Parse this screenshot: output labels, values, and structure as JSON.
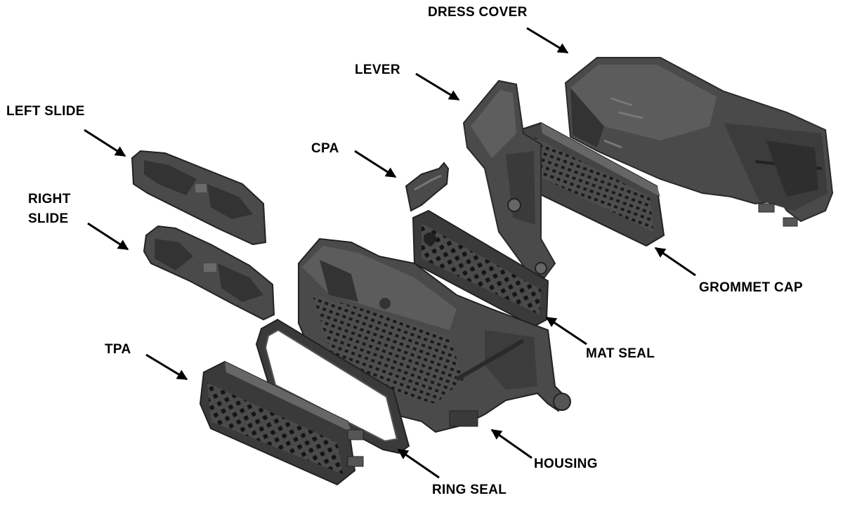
{
  "labels": {
    "dress_cover": "DRESS COVER",
    "lever": "LEVER",
    "left_slide": "LEFT SLIDE",
    "cpa": "CPA",
    "right_slide_line1": "RIGHT",
    "right_slide_line2": "SLIDE",
    "grommet_cap": "GROMMET CAP",
    "tpa": "TPA",
    "mat_seal": "MAT SEAL",
    "housing": "HOUSING",
    "ring_seal": "RING SEAL"
  },
  "colors": {
    "part_fill": "#4a4a4a",
    "part_light": "#6a6a6a",
    "part_dark": "#2a2a2a",
    "hole": "#151515",
    "text": "#000000"
  }
}
